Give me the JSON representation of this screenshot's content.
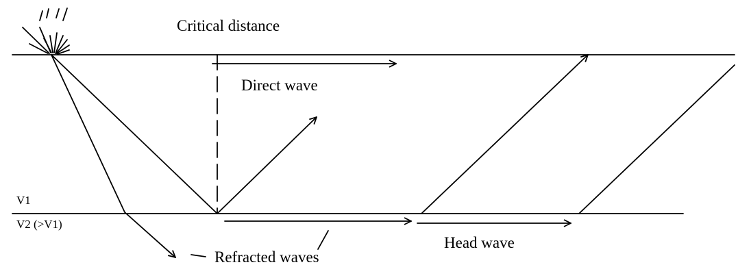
{
  "diagram": {
    "labels": {
      "critical_distance": "Critical distance",
      "direct_wave": "Direct wave",
      "v1": "V1",
      "v2": "V2 (>V1)",
      "head_wave": "Head wave",
      "refracted_waves": "Refracted waves"
    },
    "colors": {
      "ink": "#000000",
      "background": "#ffffff"
    }
  }
}
